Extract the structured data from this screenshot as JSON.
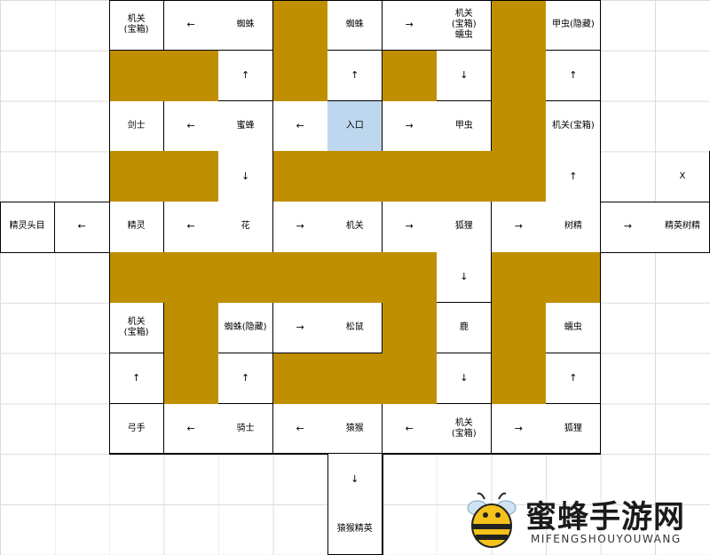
{
  "colors": {
    "wall": "#bf8f00",
    "entry": "#bdd7ee",
    "path": "#ffffff",
    "grid": "#dcdcdc"
  },
  "grid": {
    "cols": 13,
    "rows": 11,
    "cells": [
      {
        "c": 2,
        "r": 0,
        "type": "room",
        "text": "机关\n(宝箱)"
      },
      {
        "c": 3,
        "r": 0,
        "type": "arrow",
        "text": "←"
      },
      {
        "c": 4,
        "r": 0,
        "type": "room",
        "text": "蜘蛛"
      },
      {
        "c": 5,
        "r": 0,
        "type": "wall",
        "text": ""
      },
      {
        "c": 6,
        "r": 0,
        "type": "room",
        "text": "蜘蛛"
      },
      {
        "c": 7,
        "r": 0,
        "type": "arrow",
        "text": "→"
      },
      {
        "c": 8,
        "r": 0,
        "type": "room",
        "text": "机关\n(宝箱)\n蠕虫"
      },
      {
        "c": 9,
        "r": 0,
        "type": "wall",
        "text": ""
      },
      {
        "c": 10,
        "r": 0,
        "type": "room",
        "text": "甲虫(隐藏)"
      },
      {
        "c": 2,
        "r": 1,
        "type": "wall",
        "text": ""
      },
      {
        "c": 3,
        "r": 1,
        "type": "wall",
        "text": ""
      },
      {
        "c": 4,
        "r": 1,
        "type": "arrow",
        "text": "↑"
      },
      {
        "c": 5,
        "r": 1,
        "type": "wall",
        "text": ""
      },
      {
        "c": 6,
        "r": 1,
        "type": "arrow",
        "text": "↑"
      },
      {
        "c": 7,
        "r": 1,
        "type": "wall",
        "text": ""
      },
      {
        "c": 8,
        "r": 1,
        "type": "arrow",
        "text": "↓"
      },
      {
        "c": 9,
        "r": 1,
        "type": "wall",
        "text": ""
      },
      {
        "c": 10,
        "r": 1,
        "type": "arrow",
        "text": "↑"
      },
      {
        "c": 2,
        "r": 2,
        "type": "room",
        "text": "剑士"
      },
      {
        "c": 3,
        "r": 2,
        "type": "arrow",
        "text": "←"
      },
      {
        "c": 4,
        "r": 2,
        "type": "room",
        "text": "蜜蜂"
      },
      {
        "c": 5,
        "r": 2,
        "type": "arrow",
        "text": "←"
      },
      {
        "c": 6,
        "r": 2,
        "type": "entry",
        "text": "入口"
      },
      {
        "c": 7,
        "r": 2,
        "type": "arrow",
        "text": "→"
      },
      {
        "c": 8,
        "r": 2,
        "type": "room",
        "text": "甲虫"
      },
      {
        "c": 9,
        "r": 2,
        "type": "wall",
        "text": ""
      },
      {
        "c": 10,
        "r": 2,
        "type": "room",
        "text": "机关(宝箱)"
      },
      {
        "c": 2,
        "r": 3,
        "type": "wall",
        "text": ""
      },
      {
        "c": 3,
        "r": 3,
        "type": "wall",
        "text": ""
      },
      {
        "c": 4,
        "r": 3,
        "type": "arrow",
        "text": "↓"
      },
      {
        "c": 5,
        "r": 3,
        "type": "wall",
        "text": ""
      },
      {
        "c": 6,
        "r": 3,
        "type": "wall",
        "text": ""
      },
      {
        "c": 7,
        "r": 3,
        "type": "wall",
        "text": ""
      },
      {
        "c": 8,
        "r": 3,
        "type": "wall",
        "text": ""
      },
      {
        "c": 9,
        "r": 3,
        "type": "wall",
        "text": ""
      },
      {
        "c": 10,
        "r": 3,
        "type": "arrow",
        "text": "↑"
      },
      {
        "c": 12,
        "r": 3,
        "type": "plain",
        "text": "X"
      },
      {
        "c": 0,
        "r": 4,
        "type": "room",
        "text": "精灵头目"
      },
      {
        "c": 1,
        "r": 4,
        "type": "arrow",
        "text": "←"
      },
      {
        "c": 2,
        "r": 4,
        "type": "room",
        "text": "精灵"
      },
      {
        "c": 3,
        "r": 4,
        "type": "arrow",
        "text": "←"
      },
      {
        "c": 4,
        "r": 4,
        "type": "room",
        "text": "花"
      },
      {
        "c": 5,
        "r": 4,
        "type": "arrow",
        "text": "→"
      },
      {
        "c": 6,
        "r": 4,
        "type": "room",
        "text": "机关"
      },
      {
        "c": 7,
        "r": 4,
        "type": "arrow",
        "text": "→"
      },
      {
        "c": 8,
        "r": 4,
        "type": "room",
        "text": "狐狸"
      },
      {
        "c": 9,
        "r": 4,
        "type": "arrow",
        "text": "→"
      },
      {
        "c": 10,
        "r": 4,
        "type": "room",
        "text": "树精"
      },
      {
        "c": 11,
        "r": 4,
        "type": "arrow",
        "text": "→"
      },
      {
        "c": 12,
        "r": 4,
        "type": "room",
        "text": "精英树精"
      },
      {
        "c": 2,
        "r": 5,
        "type": "wall",
        "text": ""
      },
      {
        "c": 3,
        "r": 5,
        "type": "wall",
        "text": ""
      },
      {
        "c": 4,
        "r": 5,
        "type": "wall",
        "text": ""
      },
      {
        "c": 5,
        "r": 5,
        "type": "wall",
        "text": ""
      },
      {
        "c": 6,
        "r": 5,
        "type": "wall",
        "text": ""
      },
      {
        "c": 7,
        "r": 5,
        "type": "wall",
        "text": ""
      },
      {
        "c": 8,
        "r": 5,
        "type": "arrow",
        "text": "↓"
      },
      {
        "c": 9,
        "r": 5,
        "type": "wall",
        "text": ""
      },
      {
        "c": 10,
        "r": 5,
        "type": "wall",
        "text": ""
      },
      {
        "c": 2,
        "r": 6,
        "type": "room",
        "text": "机关\n(宝箱)"
      },
      {
        "c": 3,
        "r": 6,
        "type": "wall",
        "text": ""
      },
      {
        "c": 4,
        "r": 6,
        "type": "room",
        "text": "蜘蛛(隐藏)"
      },
      {
        "c": 5,
        "r": 6,
        "type": "arrow",
        "text": "→"
      },
      {
        "c": 6,
        "r": 6,
        "type": "room",
        "text": "松鼠"
      },
      {
        "c": 7,
        "r": 6,
        "type": "wall",
        "text": ""
      },
      {
        "c": 8,
        "r": 6,
        "type": "room",
        "text": "鹿"
      },
      {
        "c": 9,
        "r": 6,
        "type": "wall",
        "text": ""
      },
      {
        "c": 10,
        "r": 6,
        "type": "room",
        "text": "蠕虫"
      },
      {
        "c": 2,
        "r": 7,
        "type": "arrow",
        "text": "↑"
      },
      {
        "c": 3,
        "r": 7,
        "type": "wall",
        "text": ""
      },
      {
        "c": 4,
        "r": 7,
        "type": "arrow",
        "text": "↑"
      },
      {
        "c": 5,
        "r": 7,
        "type": "wall",
        "text": ""
      },
      {
        "c": 6,
        "r": 7,
        "type": "wall",
        "text": ""
      },
      {
        "c": 7,
        "r": 7,
        "type": "wall",
        "text": ""
      },
      {
        "c": 8,
        "r": 7,
        "type": "arrow",
        "text": "↓"
      },
      {
        "c": 9,
        "r": 7,
        "type": "wall",
        "text": ""
      },
      {
        "c": 10,
        "r": 7,
        "type": "arrow",
        "text": "↑"
      },
      {
        "c": 2,
        "r": 8,
        "type": "room",
        "text": "弓手"
      },
      {
        "c": 3,
        "r": 8,
        "type": "arrow",
        "text": "←"
      },
      {
        "c": 4,
        "r": 8,
        "type": "room",
        "text": "骑士"
      },
      {
        "c": 5,
        "r": 8,
        "type": "arrow",
        "text": "←"
      },
      {
        "c": 6,
        "r": 8,
        "type": "room",
        "text": "猿猴"
      },
      {
        "c": 7,
        "r": 8,
        "type": "arrow",
        "text": "←"
      },
      {
        "c": 8,
        "r": 8,
        "type": "room",
        "text": "机关\n(宝箱)"
      },
      {
        "c": 9,
        "r": 8,
        "type": "arrow",
        "text": "→"
      },
      {
        "c": 10,
        "r": 8,
        "type": "room",
        "text": "狐狸"
      },
      {
        "c": 6,
        "r": 9,
        "type": "arrow",
        "text": "↓"
      },
      {
        "c": 6,
        "r": 10,
        "type": "room",
        "text": "猿猴精英"
      }
    ]
  },
  "watermark": {
    "title": "蜜蜂手游网",
    "subtitle": "MIFENGSHOUYOUWANG",
    "mascot": "bee-icon"
  }
}
